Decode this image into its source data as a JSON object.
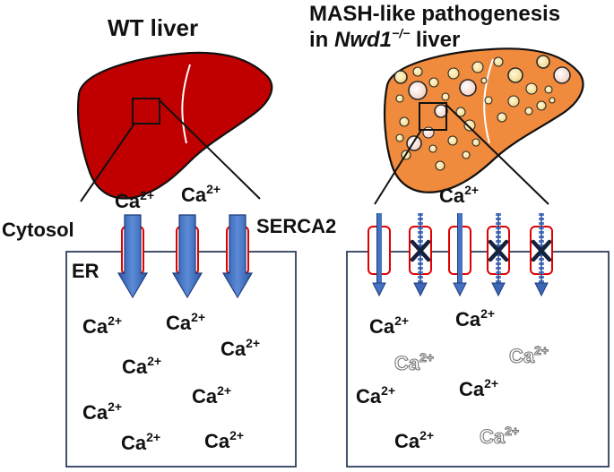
{
  "colors": {
    "wt_liver": "#c00000",
    "mash_liver": "#f08a3c",
    "arrow": "#4472c4",
    "arrow_dark": "#1f3d7a",
    "serca_outline": "#e00000",
    "er_outline": "#2f3e5c",
    "block_mark": "#15223f"
  },
  "icons": {
    "arrow": "down-arrow-icon",
    "block": "x-mark-icon",
    "pump": "serca2-pump-icon",
    "droplet": "lipid-droplet-icon"
  },
  "wt": {
    "title": "WT liver",
    "cytosol_label": "Cytosol",
    "er_label": "ER",
    "cytosol_ions": [
      {
        "base": "Ca",
        "charge": "2+"
      },
      {
        "base": "Ca",
        "charge": "2+"
      }
    ],
    "er_ions": [
      {
        "base": "Ca",
        "charge": "2+"
      },
      {
        "base": "Ca",
        "charge": "2+"
      },
      {
        "base": "Ca",
        "charge": "2+"
      },
      {
        "base": "Ca",
        "charge": "2+"
      },
      {
        "base": "Ca",
        "charge": "2+"
      },
      {
        "base": "Ca",
        "charge": "2+"
      },
      {
        "base": "Ca",
        "charge": "2+"
      },
      {
        "base": "Ca",
        "charge": "2+"
      }
    ],
    "pumps": [
      {
        "state": "active"
      },
      {
        "state": "active"
      },
      {
        "state": "active"
      }
    ]
  },
  "mash": {
    "title_line1": "MASH-like pathogenesis",
    "title_line2_prefix": "in ",
    "title_gene": "Nwd1",
    "title_gene_sup": "−/−",
    "title_line2_suffix": " liver",
    "serca_label": "SERCA2",
    "cytosol_ions": [
      {
        "base": "Ca",
        "charge": "2+"
      }
    ],
    "er_ions": [
      {
        "base": "Ca",
        "charge": "2+",
        "style": "solid"
      },
      {
        "base": "Ca",
        "charge": "2+",
        "style": "solid"
      },
      {
        "base": "Ca",
        "charge": "2+",
        "style": "outline"
      },
      {
        "base": "Ca",
        "charge": "2+",
        "style": "outline"
      },
      {
        "base": "Ca",
        "charge": "2+",
        "style": "solid"
      },
      {
        "base": "Ca",
        "charge": "2+",
        "style": "solid"
      },
      {
        "base": "Ca",
        "charge": "2+",
        "style": "solid"
      },
      {
        "base": "Ca",
        "charge": "2+",
        "style": "outline"
      }
    ],
    "pumps": [
      {
        "state": "active"
      },
      {
        "state": "blocked"
      },
      {
        "state": "active"
      },
      {
        "state": "blocked"
      },
      {
        "state": "blocked"
      }
    ]
  }
}
